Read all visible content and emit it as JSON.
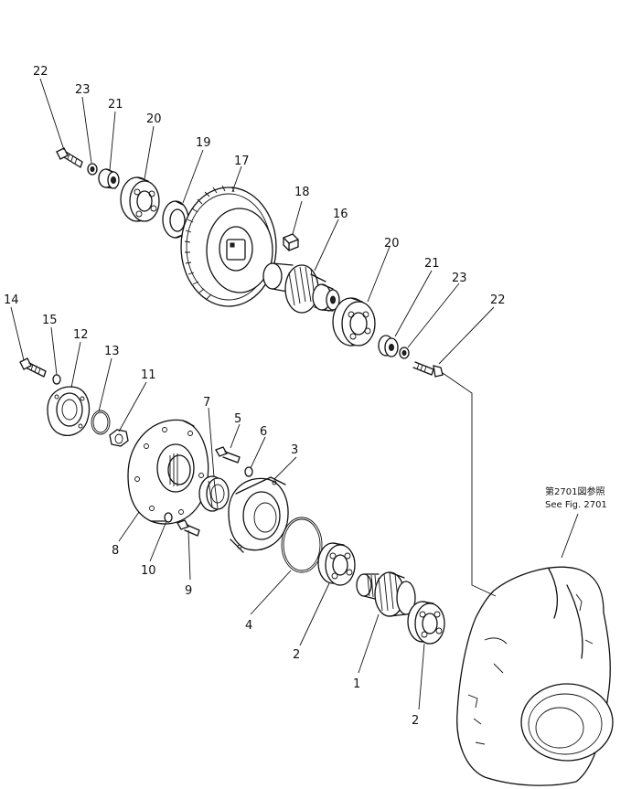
{
  "labels": {
    "p1": "1",
    "p2a": "2",
    "p2b": "2",
    "p3": "3",
    "p4": "4",
    "p5": "5",
    "p6": "6",
    "p7": "7",
    "p8": "8",
    "p9": "9",
    "p10": "10",
    "p11": "11",
    "p12": "12",
    "p13": "13",
    "p14": "14",
    "p15": "15",
    "p16": "16",
    "p17": "17",
    "p18": "18",
    "p19": "19",
    "p20a": "20",
    "p20b": "20",
    "p21a": "21",
    "p21b": "21",
    "p22a": "22",
    "p22b": "22",
    "p23a": "23",
    "p23b": "23"
  },
  "reference": {
    "line1": "第2701図参照",
    "line2": "See Fig. 2701"
  }
}
